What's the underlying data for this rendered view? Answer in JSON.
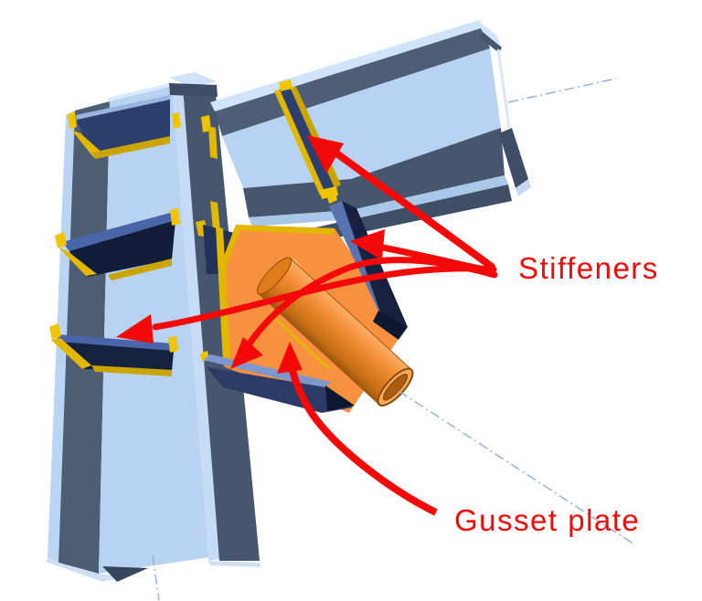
{
  "diagram": {
    "type": "cad-annotated-3d-steel-connection",
    "background": "#ffffff",
    "labels": {
      "stiffeners": "Stiffeners",
      "gusset_plate": "Gusset plate"
    },
    "annotations": [
      {
        "label": "Stiffeners",
        "arrow_count": 4,
        "targets": [
          "beam-web-stiffener",
          "gusset-edge-stiffener-upper",
          "column-web-stiffener",
          "gusset-edge-stiffener-lower"
        ]
      },
      {
        "label": "Gusset plate",
        "arrow_count": 1,
        "targets": [
          "gusset-plate"
        ]
      }
    ],
    "colors": {
      "annotation_red": "#f40909",
      "steel_light_blue": "#b7d3f1",
      "steel_top_highlight": "#cfe3f9",
      "steel_dark_slate": "#4d5d74",
      "stiffener_navy": "#2c3e6b",
      "stiffener_dark_navy": "#111d3a",
      "weld_yellow": "#e2b700",
      "gusset_orange": "#f79140",
      "brace_orange_highlight": "#fcae66",
      "centerline_blue": "#93b2d6"
    },
    "parts": [
      "column",
      "beam",
      "gusset plate",
      "circular hollow brace",
      "stiffener plates",
      "weld seams",
      "centerlines"
    ]
  }
}
